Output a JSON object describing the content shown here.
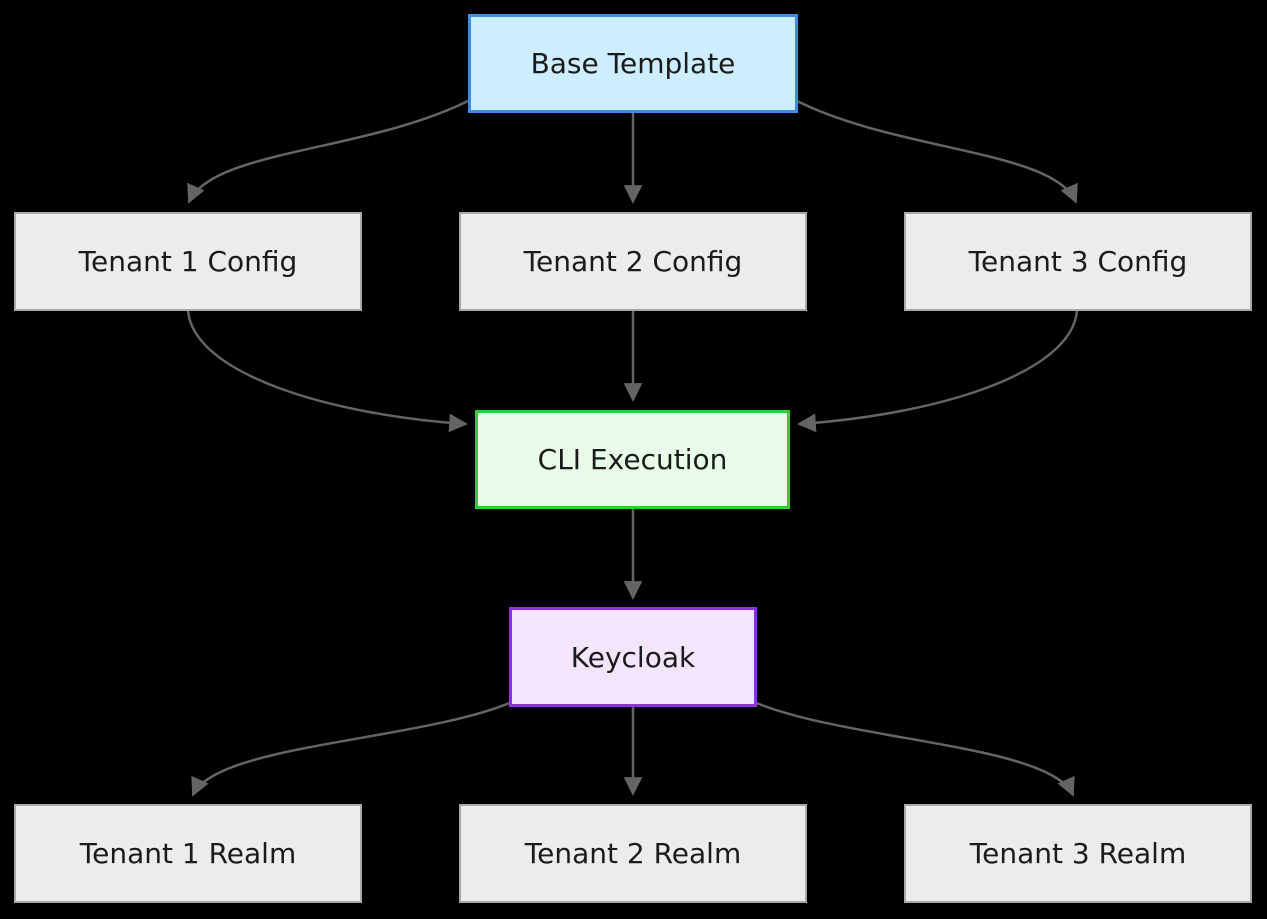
{
  "diagram": {
    "type": "flowchart",
    "background": "#000000",
    "edge_color": "#646464",
    "text_color": "#1b1b1b",
    "nodes": [
      {
        "id": "base-template",
        "label": "Base Template",
        "fill": "#cdeeff",
        "stroke": "#3d8de8"
      },
      {
        "id": "tenant-1-config",
        "label": "Tenant 1 Config",
        "fill": "#ececec",
        "stroke": "#a8a8a8"
      },
      {
        "id": "tenant-2-config",
        "label": "Tenant 2 Config",
        "fill": "#ececec",
        "stroke": "#a8a8a8"
      },
      {
        "id": "tenant-3-config",
        "label": "Tenant 3 Config",
        "fill": "#ececec",
        "stroke": "#a8a8a8"
      },
      {
        "id": "cli-execution",
        "label": "CLI Execution",
        "fill": "#e9fbe9",
        "stroke": "#33cc33"
      },
      {
        "id": "keycloak",
        "label": "Keycloak",
        "fill": "#f3e5fc",
        "stroke": "#8a33d6"
      },
      {
        "id": "tenant-1-realm",
        "label": "Tenant 1 Realm",
        "fill": "#ececec",
        "stroke": "#a8a8a8"
      },
      {
        "id": "tenant-2-realm",
        "label": "Tenant 2 Realm",
        "fill": "#ececec",
        "stroke": "#a8a8a8"
      },
      {
        "id": "tenant-3-realm",
        "label": "Tenant 3 Realm",
        "fill": "#ececec",
        "stroke": "#a8a8a8"
      }
    ],
    "edges": [
      {
        "from": "base-template",
        "to": "tenant-1-config"
      },
      {
        "from": "base-template",
        "to": "tenant-2-config"
      },
      {
        "from": "base-template",
        "to": "tenant-3-config"
      },
      {
        "from": "tenant-1-config",
        "to": "cli-execution"
      },
      {
        "from": "tenant-2-config",
        "to": "cli-execution"
      },
      {
        "from": "tenant-3-config",
        "to": "cli-execution"
      },
      {
        "from": "cli-execution",
        "to": "keycloak"
      },
      {
        "from": "keycloak",
        "to": "tenant-1-realm"
      },
      {
        "from": "keycloak",
        "to": "tenant-2-realm"
      },
      {
        "from": "keycloak",
        "to": "tenant-3-realm"
      }
    ]
  }
}
